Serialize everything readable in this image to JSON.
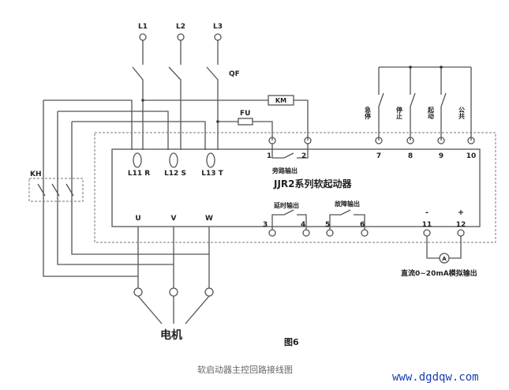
{
  "phases": [
    "L1",
    "L2",
    "L3"
  ],
  "breaker": "QF",
  "contactor": "KM",
  "fuse": "FU",
  "overload_relay": "KH",
  "input_terminals": [
    "L11 R",
    "L12 S",
    "L13 T"
  ],
  "output_terminals": [
    "U",
    "V",
    "W"
  ],
  "device_name": "JJR2系列软起动器",
  "bypass_output": "旁路输出",
  "delay_output": "延时输出",
  "fault_output": "故障输出",
  "control_labels": [
    "急停",
    "停止",
    "起动",
    "公共"
  ],
  "terminal_numbers": [
    "1",
    "2",
    "3",
    "4",
    "5",
    "6",
    "7",
    "8",
    "9",
    "10",
    "11",
    "12"
  ],
  "polarity": [
    "-",
    "+"
  ],
  "ammeter": "A",
  "analog_output": "直流0~20mA模拟输出",
  "motor": "电机",
  "figure": "图6",
  "caption": "软启动器主控回路接线图",
  "watermark": "www.dgdqw.com"
}
